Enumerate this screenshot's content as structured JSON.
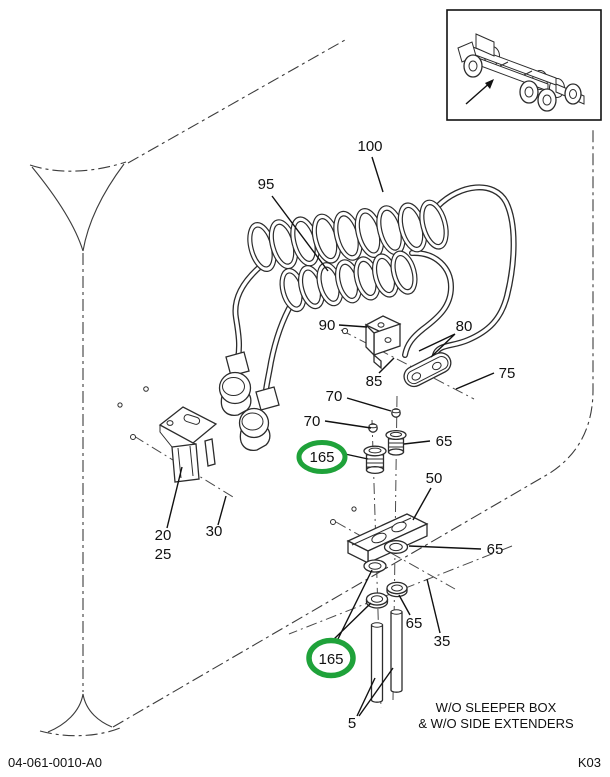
{
  "page": {
    "footer_left": "04-061-0010-A0",
    "footer_right": "K03"
  },
  "note": {
    "line1": "W/O SLEEPER BOX",
    "line2": "& W/O SIDE EXTENDERS"
  },
  "colors": {
    "highlight_green": "#1fa23a"
  },
  "callouts": {
    "c100": "100",
    "c95": "95",
    "c90": "90",
    "c85": "85",
    "c80": "80",
    "c75": "75",
    "c70a": "70",
    "c70b": "70",
    "c65a": "65",
    "c165a": "165",
    "c50": "50",
    "c65b": "65",
    "c65c": "65",
    "c35": "35",
    "c165b": "165",
    "c20": "20",
    "c25": "25",
    "c30": "30",
    "c5": "5"
  }
}
